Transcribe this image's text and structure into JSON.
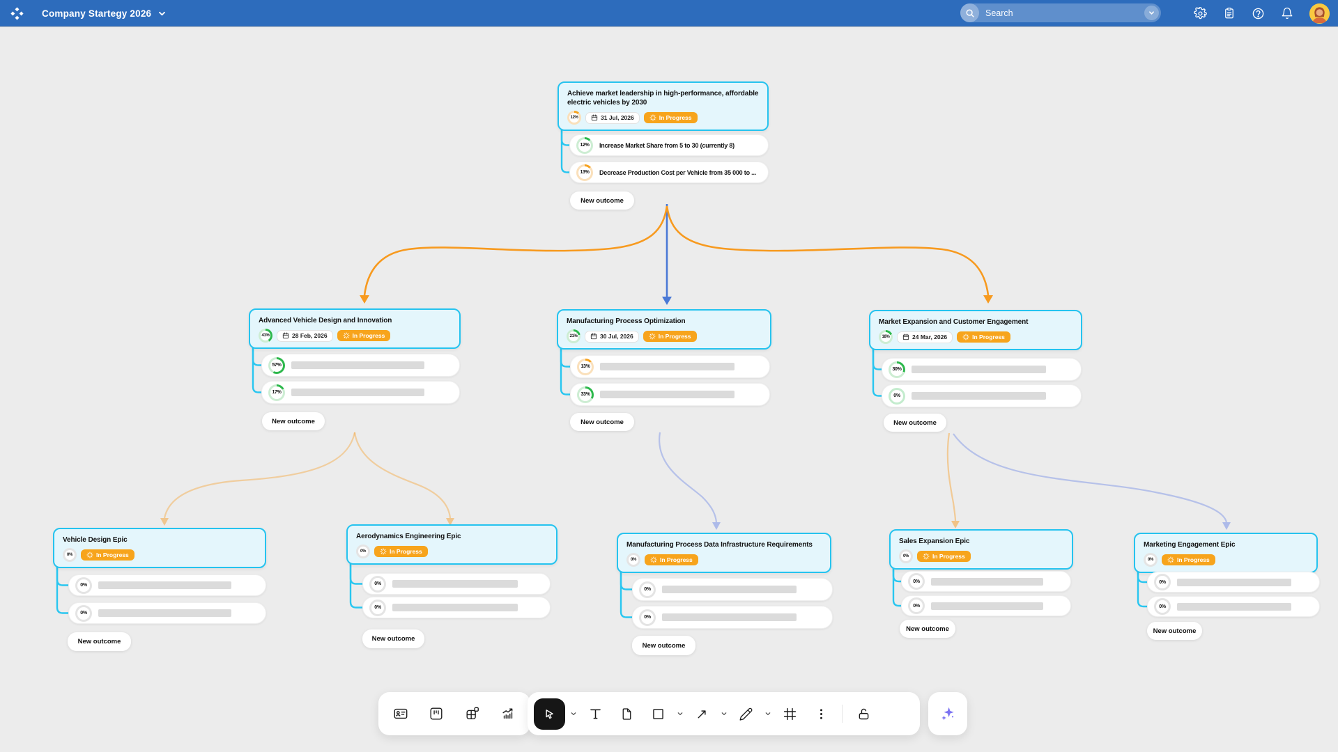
{
  "topbar": {
    "title": "Company Startegy 2026",
    "search_placeholder": "Search",
    "icons": [
      "settings-icon",
      "notes-icon",
      "help-icon",
      "notifications-icon"
    ],
    "avatar": "user-avatar",
    "colors": {
      "bar": "#2D6CBC"
    }
  },
  "canvas": {
    "new_outcome_label": "New outcome",
    "colors": {
      "accent_cyan": "#29C6F0",
      "accent_orange": "#F79A1F",
      "accent_blue": "#4A79D6",
      "badge_orange": "#F7A41C",
      "ring_green": "#2DB84C",
      "ring_orange": "#F6A21E",
      "node_bg": "#E4F6FC"
    },
    "nodes": [
      {
        "id": "objective-root",
        "title": "Achieve market leadership in high-performance, affordable electric vehicles by 2030",
        "progress": "12%",
        "ring": "orange",
        "date": "31 Jul, 2026",
        "status": "In Progress",
        "outcomes": [
          {
            "progress": "12%",
            "ring": "green",
            "text": "Increase Market Share from 5 to 30 (currently 8)"
          },
          {
            "progress": "13%",
            "ring": "orange",
            "text": "Decrease Production Cost per Vehicle from 35 000 to ..."
          }
        ]
      },
      {
        "id": "advanced-vehicle-design",
        "title": "Advanced Vehicle Design and Innovation",
        "progress": "41%",
        "ring": "green",
        "date": "28 Feb, 2026",
        "status": "In Progress",
        "outcomes": [
          {
            "progress": "57%",
            "ring": "green"
          },
          {
            "progress": "17%",
            "ring": "green"
          }
        ]
      },
      {
        "id": "manufacturing-process-optimization",
        "title": "Manufacturing Process Optimization",
        "progress": "21%",
        "ring": "green",
        "date": "30 Jul, 2026",
        "status": "In Progress",
        "outcomes": [
          {
            "progress": "13%",
            "ring": "orange"
          },
          {
            "progress": "33%",
            "ring": "green"
          }
        ]
      },
      {
        "id": "market-expansion",
        "title": "Market Expansion and Customer Engagement",
        "progress": "18%",
        "ring": "green",
        "date": "24 Mar, 2026",
        "status": "In Progress",
        "outcomes": [
          {
            "progress": "30%",
            "ring": "green"
          },
          {
            "progress": "0%",
            "ring": "mint"
          }
        ]
      },
      {
        "id": "vehicle-design-epic",
        "title": "Vehicle Design Epic",
        "progress": "0%",
        "ring": "gray",
        "status": "In Progress",
        "outcomes": [
          {
            "progress": "0%",
            "ring": "gray"
          },
          {
            "progress": "0%",
            "ring": "gray"
          }
        ]
      },
      {
        "id": "aerodynamics-engineering-epic",
        "title": "Aerodynamics Engineering Epic",
        "progress": "0%",
        "ring": "gray",
        "status": "In Progress",
        "outcomes": [
          {
            "progress": "0%",
            "ring": "gray"
          },
          {
            "progress": "0%",
            "ring": "gray"
          }
        ]
      },
      {
        "id": "manufacturing-data-infrastructure",
        "title": "Manufacturing Process Data Infrastructure Requirements",
        "progress": "0%",
        "ring": "gray",
        "status": "In Progress",
        "outcomes": [
          {
            "progress": "0%",
            "ring": "gray"
          },
          {
            "progress": "0%",
            "ring": "gray"
          }
        ]
      },
      {
        "id": "sales-expansion-epic",
        "title": "Sales Expansion Epic",
        "progress": "0%",
        "ring": "gray",
        "status": "In Progress",
        "outcomes": [
          {
            "progress": "0%",
            "ring": "gray"
          },
          {
            "progress": "0%",
            "ring": "gray"
          }
        ]
      },
      {
        "id": "marketing-engagement-epic",
        "title": "Marketing Engagement Epic",
        "progress": "0%",
        "ring": "gray",
        "status": "In Progress",
        "outcomes": [
          {
            "progress": "0%",
            "ring": "gray"
          },
          {
            "progress": "0%",
            "ring": "gray"
          }
        ]
      }
    ]
  },
  "toolbar": {
    "left_tools": [
      "contact-card-icon",
      "kanban-board-icon",
      "widgets-icon",
      "analytics-chart-icon"
    ],
    "main_tools": [
      "select-cursor-icon",
      "text-icon",
      "document-icon",
      "shape-square-icon",
      "connector-arrow-icon",
      "pencil-icon",
      "frame-grid-icon",
      "more-options-icon",
      "lock-open-icon"
    ],
    "ai_tool": "ai-sparkles-icon"
  }
}
